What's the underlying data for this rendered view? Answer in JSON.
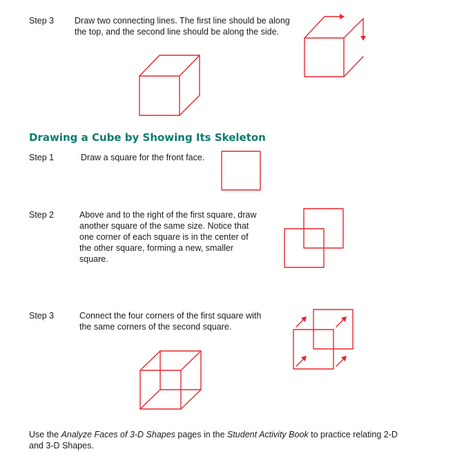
{
  "colors": {
    "accent_red": "#e8262e",
    "heading_teal": "#0a7d6f",
    "text": "#1a1a1a"
  },
  "top_step": {
    "label": "Step 3",
    "text_line1": "Draw two connecting lines. The first line should be along",
    "text_line2": "the top, and the second line should be along the side."
  },
  "skeleton_section": {
    "heading": "Drawing a Cube by Showing Its Skeleton",
    "steps": [
      {
        "label": "Step 1",
        "lines": [
          "Draw a square for the front face."
        ]
      },
      {
        "label": "Step 2",
        "lines": [
          "Above and to the right of the first square, draw",
          "another square of the same size. Notice that",
          "one corner of each square is in the center of",
          "the other square, forming a new, smaller",
          "square."
        ]
      },
      {
        "label": "Step 3",
        "lines": [
          "Connect the four corners of the first square with",
          "the same corners of the second square."
        ]
      }
    ]
  },
  "footer": {
    "part1": "Use the ",
    "italic1": "Analyze Faces of 3-D Shapes",
    "part2": " pages in the ",
    "italic2": "Student Activity Book",
    "part3": " to practice relating 2-D",
    "line2": "and 3-D Shapes."
  }
}
